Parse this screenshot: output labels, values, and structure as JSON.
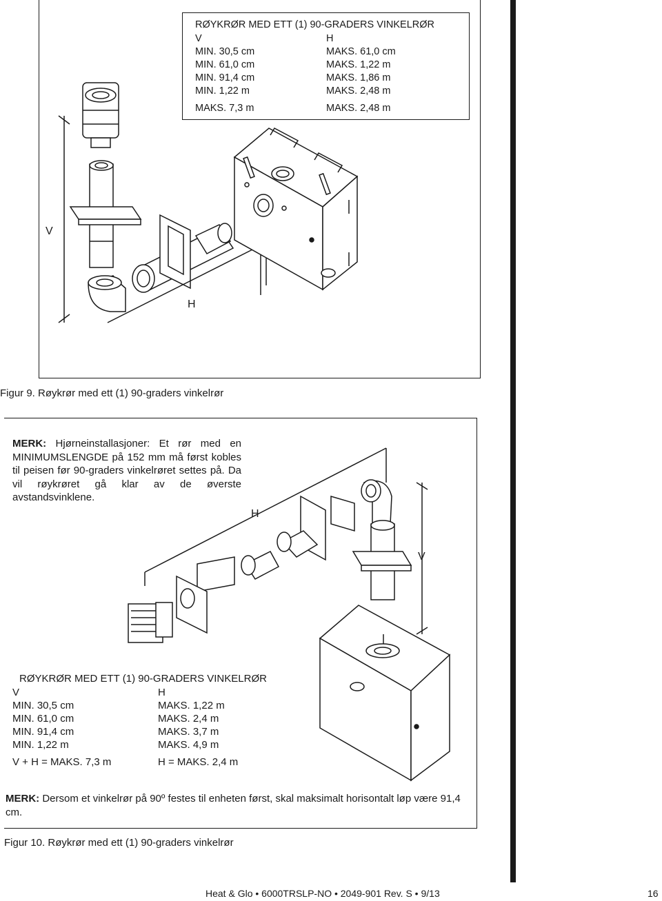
{
  "figure9": {
    "spec_title": "RØYKRØR MED ETT (1) 90-GRADERS VINKELRØR",
    "col_v_header": "V",
    "col_h_header": "H",
    "v_rows": [
      "MIN. 30,5 cm",
      "MIN. 61,0 cm",
      "MIN. 91,4 cm",
      "MIN. 1,22 m"
    ],
    "h_rows": [
      "MAKS. 61,0 cm",
      "MAKS. 1,22 m",
      "MAKS. 1,86 m",
      "MAKS. 2,48 m"
    ],
    "v_total": "MAKS. 7,3 m",
    "h_total": "MAKS. 2,48 m",
    "label_v": "V",
    "label_h": "H",
    "caption": "Figur 9.  Røykrør med ett (1) 90-graders vinkelrør"
  },
  "figure10": {
    "note_label": "MERK:",
    "note_text": " Hjørneinstallasjoner: Et rør med en MINIMUMSLENGDE på 152 mm må først kobles til peisen før 90-graders vinkelrøret settes på. Da vil røykrøret gå klar av de øverste avstandsvinklene.",
    "spec_title": "RØYKRØR MED ETT (1) 90-GRADERS VINKELRØR",
    "col_v_header": "V",
    "col_h_header": "H",
    "v_rows": [
      "MIN. 30,5 cm",
      "MIN. 61,0 cm",
      "MIN. 91,4 cm",
      "MIN. 1,22 m"
    ],
    "h_rows": [
      "MAKS. 1,22 m",
      "MAKS. 2,4 m",
      "MAKS. 3,7 m",
      "MAKS. 4,9 m"
    ],
    "v_total": "V + H =  MAKS. 7,3 m",
    "h_total": "H = MAKS. 2,4 m",
    "note2_label": "MERK:",
    "note2_text": " Dersom et vinkelrør på 90º festes til enheten først, skal maksimalt horisontalt løp være 91,4 cm.",
    "label_v": "V",
    "label_h": "H",
    "caption": "Figur 10.  Røykrør med ett (1) 90-graders vinkelrør"
  },
  "footer": {
    "text": "Heat & Glo  •  6000TRSLP-NO  •  2049-901  Rev. S  •  9/13",
    "page_number": "16"
  }
}
